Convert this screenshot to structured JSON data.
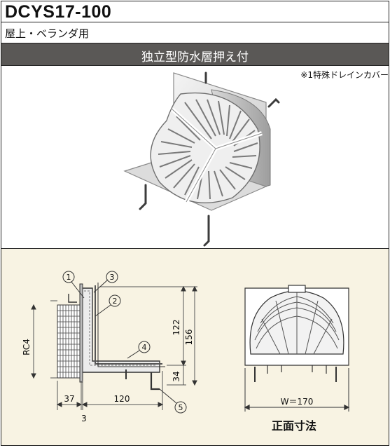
{
  "header": {
    "model": "DCYS17-100",
    "usage": "屋上・ベランダ用",
    "category": "独立型防水層押え付"
  },
  "photo": {
    "note": "※1特殊ドレインカバー"
  },
  "drawing": {
    "callouts": [
      "1",
      "2",
      "3",
      "4",
      "5"
    ],
    "dimensions": {
      "pipe_size": "RC4",
      "height_upper": "122",
      "height_total": "156",
      "height_lower": "34",
      "depth_left": "37",
      "depth_main": "120",
      "flange": "3",
      "width": "W＝170"
    },
    "front_view_caption": "正面寸法"
  }
}
